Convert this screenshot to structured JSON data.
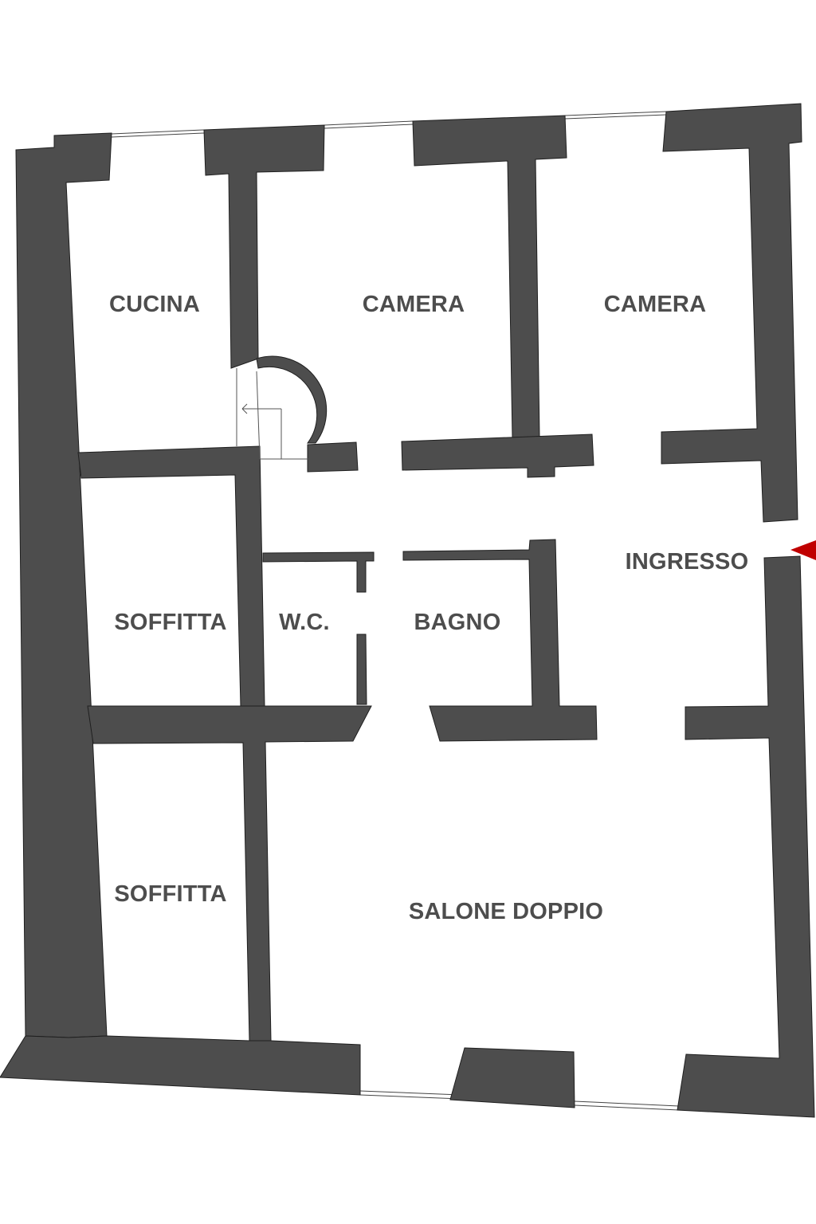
{
  "colors": {
    "wall": "#4d4d4d",
    "label": "#4d4d4d",
    "entry_marker": "#c00000",
    "background": "#ffffff"
  },
  "rooms": {
    "cucina": "CUCINA",
    "camera_1": "CAMERA",
    "camera_2": "CAMERA",
    "ingresso": "INGRESSO",
    "soffitta_1": "SOFFITTA",
    "wc": "W.C.",
    "bagno": "BAGNO",
    "soffitta_2": "SOFFITTA",
    "salone_doppio": "SALONE DOPPIO"
  }
}
